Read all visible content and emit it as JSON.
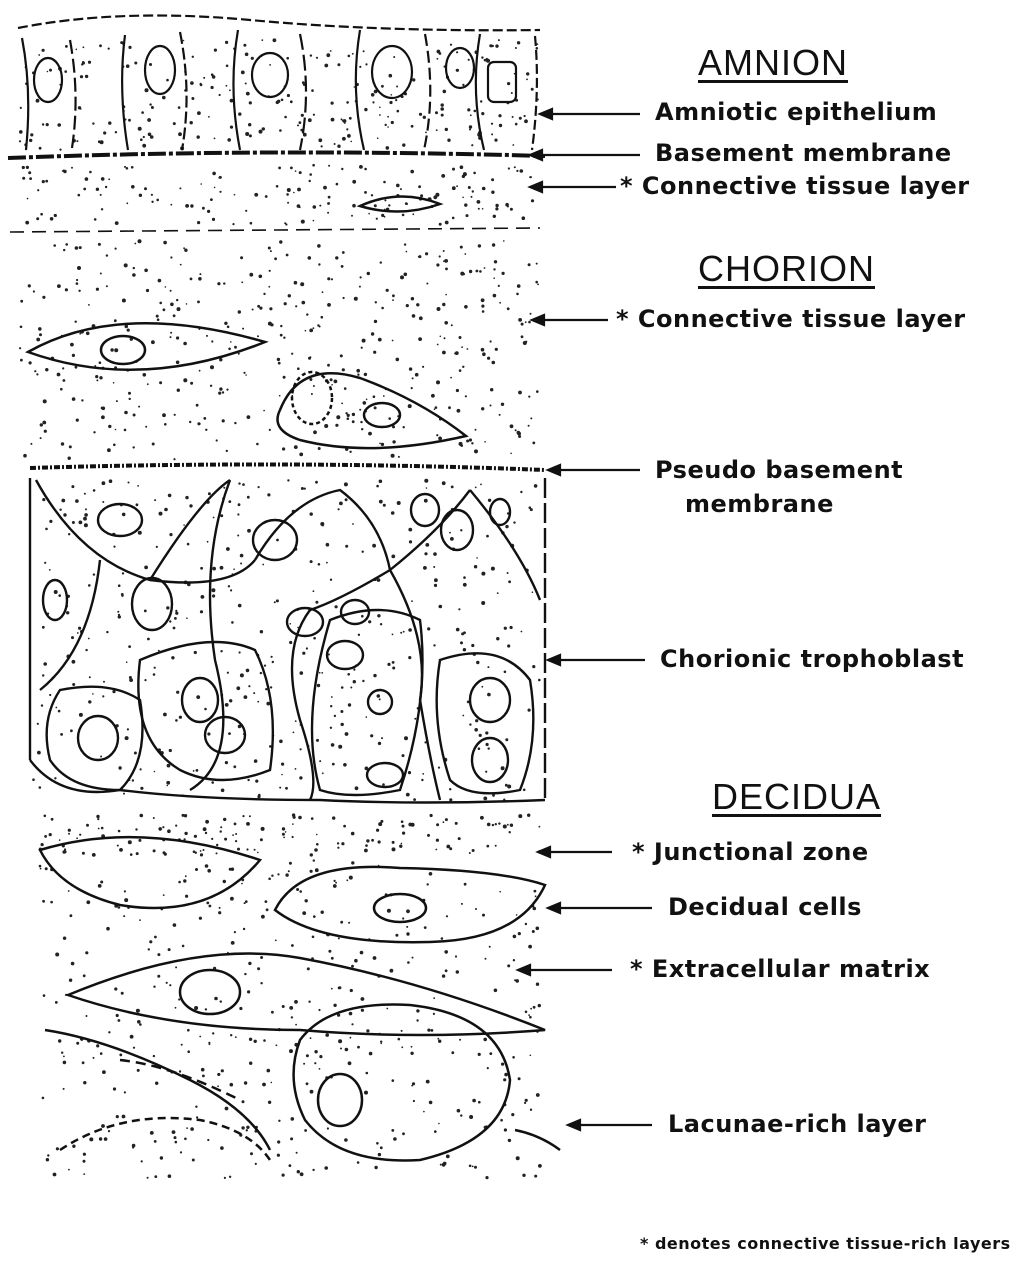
{
  "sections": {
    "amnion": "AMNION",
    "chorion": "CHORION",
    "decidua": "DECIDUA"
  },
  "labels": {
    "amniotic_epithelium": "Amniotic epithelium",
    "basement_membrane": "Basement membrane",
    "connective_tissue_amnion": "* Connective tissue layer",
    "connective_tissue_chorion": "* Connective tissue layer",
    "pseudo_basement_line1": "Pseudo basement",
    "pseudo_basement_line2": "membrane",
    "chorionic_trophoblast": "Chorionic trophoblast",
    "junctional_zone": "* Junctional zone",
    "decidual_cells": "Decidual cells",
    "extracellular_matrix": "* Extracellular matrix",
    "lacunae_rich_layer": "Lacunae-rich layer"
  },
  "footnote": "* denotes connective tissue-rich layers",
  "colors": {
    "ink": "#111111",
    "paper": "#ffffff"
  }
}
